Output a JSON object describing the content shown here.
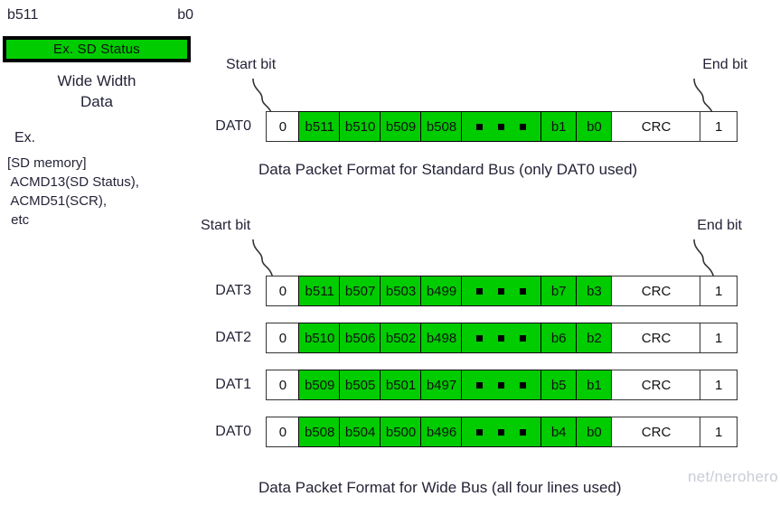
{
  "left_panel": {
    "bit_msb": "b511",
    "bit_lsb": "b0",
    "status_box_label": "Ex. SD Status",
    "status_box_color": "#00cc00",
    "wide_width_title": "Wide Width\nData",
    "wide_width_line1": "Wide Width",
    "wide_width_line2": "Data",
    "ex_label": "Ex.",
    "ex_list": "[SD memory]\n ACMD13(SD Status),\n ACMD51(SCR),\n etc"
  },
  "standard_bus": {
    "start_callout": "Start bit",
    "end_callout": "End bit",
    "caption": "Data Packet Format for Standard Bus (only DAT0 used)",
    "rows": [
      {
        "label": "DAT0",
        "cells": [
          {
            "text": "0",
            "green": false,
            "width": "w-bit"
          },
          {
            "text": "b511",
            "green": true,
            "width": "w-data"
          },
          {
            "text": "b510",
            "green": true,
            "width": "w-data"
          },
          {
            "text": "b509",
            "green": true,
            "width": "w-data"
          },
          {
            "text": "b508",
            "green": true,
            "width": "w-data"
          },
          {
            "text": "",
            "green": true,
            "width": "w-ellipsis",
            "dots": true
          },
          {
            "text": "b1",
            "green": true,
            "width": "w-short"
          },
          {
            "text": "b0",
            "green": true,
            "width": "w-short"
          },
          {
            "text": "CRC",
            "green": false,
            "width": "w-crc"
          },
          {
            "text": "1",
            "green": false,
            "width": "w-end"
          }
        ]
      }
    ]
  },
  "wide_bus": {
    "start_callout": "Start bit",
    "end_callout": "End bit",
    "caption": "Data Packet Format for Wide Bus (all four lines used)",
    "rows": [
      {
        "label": "DAT3",
        "cells": [
          {
            "text": "0",
            "green": false,
            "width": "w-bit"
          },
          {
            "text": "b511",
            "green": true,
            "width": "w-data"
          },
          {
            "text": "b507",
            "green": true,
            "width": "w-data"
          },
          {
            "text": "b503",
            "green": true,
            "width": "w-data"
          },
          {
            "text": "b499",
            "green": true,
            "width": "w-data"
          },
          {
            "text": "",
            "green": true,
            "width": "w-ellipsis",
            "dots": true
          },
          {
            "text": "b7",
            "green": true,
            "width": "w-short"
          },
          {
            "text": "b3",
            "green": true,
            "width": "w-short"
          },
          {
            "text": "CRC",
            "green": false,
            "width": "w-crc"
          },
          {
            "text": "1",
            "green": false,
            "width": "w-end"
          }
        ]
      },
      {
        "label": "DAT2",
        "cells": [
          {
            "text": "0",
            "green": false,
            "width": "w-bit"
          },
          {
            "text": "b510",
            "green": true,
            "width": "w-data"
          },
          {
            "text": "b506",
            "green": true,
            "width": "w-data"
          },
          {
            "text": "b502",
            "green": true,
            "width": "w-data"
          },
          {
            "text": "b498",
            "green": true,
            "width": "w-data"
          },
          {
            "text": "",
            "green": true,
            "width": "w-ellipsis",
            "dots": true
          },
          {
            "text": "b6",
            "green": true,
            "width": "w-short"
          },
          {
            "text": "b2",
            "green": true,
            "width": "w-short"
          },
          {
            "text": "CRC",
            "green": false,
            "width": "w-crc"
          },
          {
            "text": "1",
            "green": false,
            "width": "w-end"
          }
        ]
      },
      {
        "label": "DAT1",
        "cells": [
          {
            "text": "0",
            "green": false,
            "width": "w-bit"
          },
          {
            "text": "b509",
            "green": true,
            "width": "w-data"
          },
          {
            "text": "b505",
            "green": true,
            "width": "w-data"
          },
          {
            "text": "b501",
            "green": true,
            "width": "w-data"
          },
          {
            "text": "b497",
            "green": true,
            "width": "w-data"
          },
          {
            "text": "",
            "green": true,
            "width": "w-ellipsis",
            "dots": true
          },
          {
            "text": "b5",
            "green": true,
            "width": "w-short"
          },
          {
            "text": "b1",
            "green": true,
            "width": "w-short"
          },
          {
            "text": "CRC",
            "green": false,
            "width": "w-crc"
          },
          {
            "text": "1",
            "green": false,
            "width": "w-end"
          }
        ]
      },
      {
        "label": "DAT0",
        "cells": [
          {
            "text": "0",
            "green": false,
            "width": "w-bit"
          },
          {
            "text": "b508",
            "green": true,
            "width": "w-data"
          },
          {
            "text": "b504",
            "green": true,
            "width": "w-data"
          },
          {
            "text": "b500",
            "green": true,
            "width": "w-data"
          },
          {
            "text": "b496",
            "green": true,
            "width": "w-data"
          },
          {
            "text": "",
            "green": true,
            "width": "w-ellipsis",
            "dots": true
          },
          {
            "text": "b4",
            "green": true,
            "width": "w-short"
          },
          {
            "text": "b0",
            "green": true,
            "width": "w-short"
          },
          {
            "text": "CRC",
            "green": false,
            "width": "w-crc"
          },
          {
            "text": "1",
            "green": false,
            "width": "w-end"
          }
        ]
      }
    ]
  },
  "watermark": "net/nerohero"
}
